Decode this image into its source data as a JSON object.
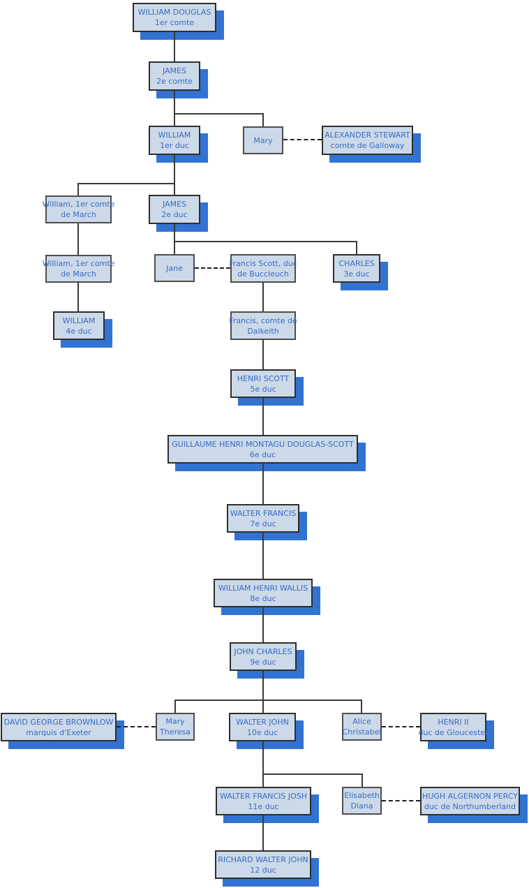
{
  "colors": {
    "box_fill": "#ccd9e8",
    "shadow_blue": "#3273d2",
    "text_blue": "#3a6bc5",
    "line_color": "#3a3a3a",
    "dash_color": "#1f1f1f"
  },
  "nodes": [
    {
      "id": "william-douglas-1er-comte",
      "line1": "WILLIAM DOUGLAS",
      "line2": "1er comte"
    },
    {
      "id": "james-2e-comte",
      "line1": "JAMES",
      "line2": "2e comte"
    },
    {
      "id": "william-1er-duc",
      "line1": "WILLIAM",
      "line2": "1er duc"
    },
    {
      "id": "mary",
      "line1": "Mary"
    },
    {
      "id": "alexander-stewart",
      "line1": "ALEXANDER STEWART",
      "line2": "comte de Galloway"
    },
    {
      "id": "william-1er-comte-de-march-a",
      "line1": "William, 1er comte",
      "line2": "de March"
    },
    {
      "id": "james-2e-duc",
      "line1": "JAMES",
      "line2": "2e duc"
    },
    {
      "id": "william-1er-comte-de-march-b",
      "line1": "William, 1er comte",
      "line2": "de March"
    },
    {
      "id": "jane",
      "line1": "Jane"
    },
    {
      "id": "francis-scott-duc-de-buccleuch",
      "line1": "Francis Scott, duc",
      "line2": "de Buccleuch"
    },
    {
      "id": "charles-3e-duc",
      "line1": "CHARLES",
      "line2": "3e duc"
    },
    {
      "id": "william-4e-duc",
      "line1": "WILLIAM",
      "line2": "4e duc"
    },
    {
      "id": "francis-comte-de-dalkeith",
      "line1": "Francis, comte de",
      "line2": "Dalkeith"
    },
    {
      "id": "henri-scott-5e-duc",
      "line1": "HENRI SCOTT",
      "line2": "5e duc"
    },
    {
      "id": "guillaume-6e-duc",
      "line1": "GUILLAUME HENRI MONTAGU DOUGLAS-SCOTT",
      "line2": "6e duc"
    },
    {
      "id": "walter-francis-7e-duc",
      "line1": "WALTER FRANCIS",
      "line2": "7e duc"
    },
    {
      "id": "william-henri-wallis-8e-duc",
      "line1": "WILLIAM HENRI WALLIS",
      "line2": "8e duc"
    },
    {
      "id": "john-charles-9e-duc",
      "line1": "JOHN CHARLES",
      "line2": "9e duc"
    },
    {
      "id": "david-george-brownlow",
      "line1": "DAVID GEORGE BROWNLOW",
      "line2": "marquis d'Exeter"
    },
    {
      "id": "mary-theresa",
      "line1": "Mary",
      "line2": "Theresa"
    },
    {
      "id": "walter-john-10e-duc",
      "line1": "WALTER JOHN",
      "line2": "10e duc"
    },
    {
      "id": "alice-christabel",
      "line1": "Alice",
      "line2": "Christabel"
    },
    {
      "id": "henri-ii",
      "line1": "HENRI II",
      "line2": "duc de Gloucester"
    },
    {
      "id": "walter-francis-josh-11e-duc",
      "line1": "WALTER FRANCIS JOSH",
      "line2": "11e duc"
    },
    {
      "id": "elisabeth-diana",
      "line1": "Elisabeth",
      "line2": "Diana"
    },
    {
      "id": "hugh-algernon-percy",
      "line1": "HUGH ALGERNON PERCY",
      "line2": "duc de Northumberland"
    },
    {
      "id": "richard-walter-john-12-duc",
      "line1": "RICHARD WALTER JOHN",
      "line2": "12 duc"
    }
  ],
  "links": [
    {
      "from": "william-douglas-1er-comte",
      "to": "james-2e-comte",
      "type": "descent"
    },
    {
      "from": "james-2e-comte",
      "to": "william-1er-duc",
      "type": "descent"
    },
    {
      "from": "james-2e-comte",
      "to": "mary",
      "type": "descent"
    },
    {
      "from": "mary",
      "to": "alexander-stewart",
      "type": "marriage"
    },
    {
      "from": "william-1er-duc",
      "to": "william-1er-comte-de-march-a",
      "type": "descent"
    },
    {
      "from": "william-1er-duc",
      "to": "james-2e-duc",
      "type": "descent"
    },
    {
      "from": "william-1er-comte-de-march-a",
      "to": "william-1er-comte-de-march-b",
      "type": "descent"
    },
    {
      "from": "james-2e-duc",
      "to": "jane",
      "type": "descent"
    },
    {
      "from": "james-2e-duc",
      "to": "charles-3e-duc",
      "type": "descent"
    },
    {
      "from": "jane",
      "to": "francis-scott-duc-de-buccleuch",
      "type": "marriage"
    },
    {
      "from": "william-1er-comte-de-march-b",
      "to": "william-4e-duc",
      "type": "descent"
    },
    {
      "from": "francis-scott-duc-de-buccleuch",
      "to": "francis-comte-de-dalkeith",
      "type": "descent"
    },
    {
      "from": "francis-comte-de-dalkeith",
      "to": "henri-scott-5e-duc",
      "type": "descent"
    },
    {
      "from": "henri-scott-5e-duc",
      "to": "guillaume-6e-duc",
      "type": "descent"
    },
    {
      "from": "guillaume-6e-duc",
      "to": "walter-francis-7e-duc",
      "type": "descent"
    },
    {
      "from": "walter-francis-7e-duc",
      "to": "william-henri-wallis-8e-duc",
      "type": "descent"
    },
    {
      "from": "william-henri-wallis-8e-duc",
      "to": "john-charles-9e-duc",
      "type": "descent"
    },
    {
      "from": "john-charles-9e-duc",
      "to": "mary-theresa",
      "type": "descent"
    },
    {
      "from": "john-charles-9e-duc",
      "to": "walter-john-10e-duc",
      "type": "descent"
    },
    {
      "from": "john-charles-9e-duc",
      "to": "alice-christabel",
      "type": "descent"
    },
    {
      "from": "david-george-brownlow",
      "to": "mary-theresa",
      "type": "marriage"
    },
    {
      "from": "alice-christabel",
      "to": "henri-ii",
      "type": "marriage"
    },
    {
      "from": "walter-john-10e-duc",
      "to": "walter-francis-josh-11e-duc",
      "type": "descent"
    },
    {
      "from": "walter-john-10e-duc",
      "to": "elisabeth-diana",
      "type": "descent"
    },
    {
      "from": "elisabeth-diana",
      "to": "hugh-algernon-percy",
      "type": "marriage"
    },
    {
      "from": "walter-francis-josh-11e-duc",
      "to": "richard-walter-john-12-duc",
      "type": "descent"
    }
  ]
}
